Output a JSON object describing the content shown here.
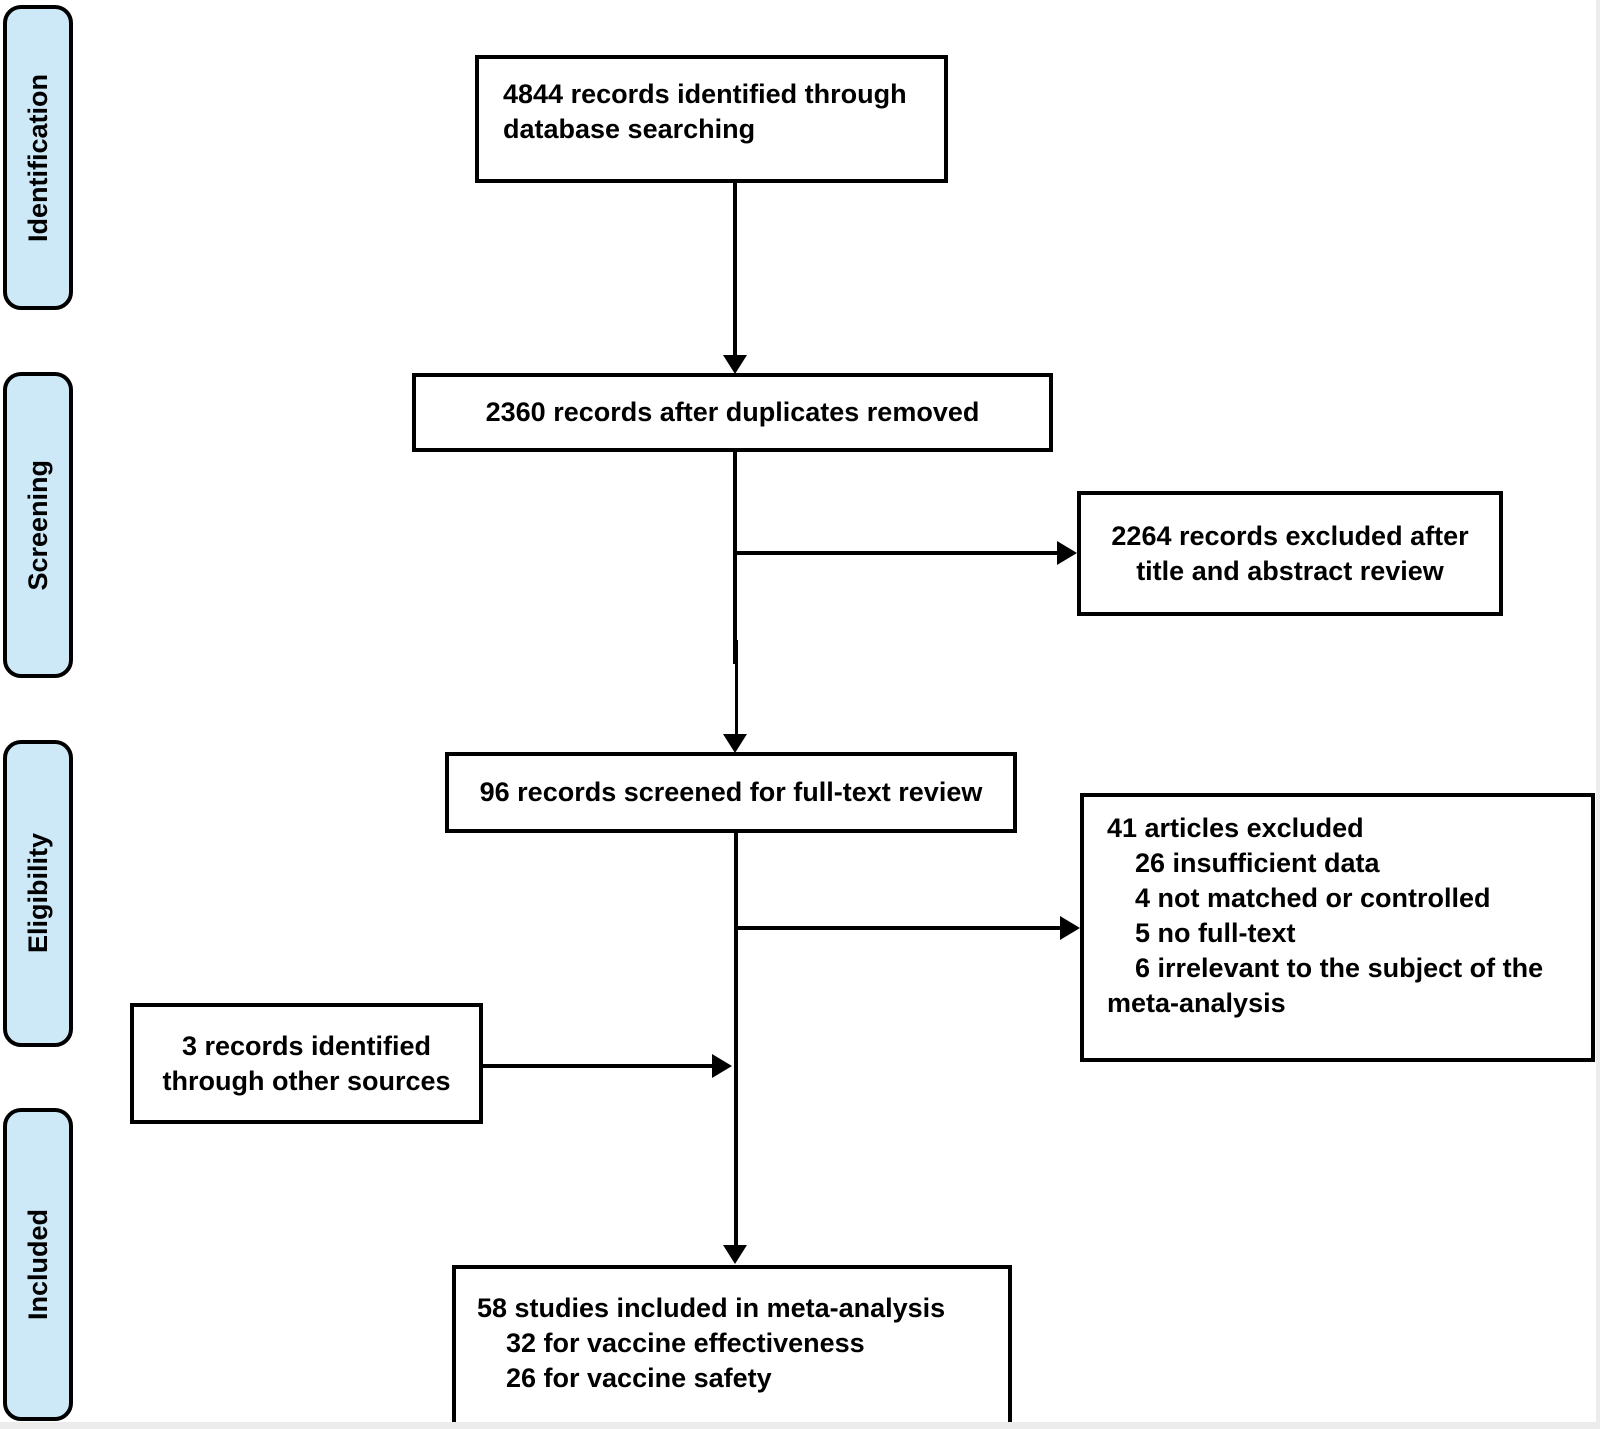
{
  "diagram": {
    "stages": {
      "identification": "Identification",
      "screening": "Screening",
      "eligibility": "Eligibility",
      "included": "Included"
    },
    "boxes": {
      "records_identified": {
        "text": "4844 records identified through database searching"
      },
      "after_duplicates": {
        "text": "2360 records after duplicates removed"
      },
      "title_abstract_excluded": {
        "text": "2264 records excluded after title and abstract review"
      },
      "full_text_screened": {
        "text": "96 records screened for full-text review"
      },
      "articles_excluded": {
        "title": "41 articles excluded",
        "items": [
          "26 insufficient data",
          "4 not matched or controlled",
          "5 no full-text",
          "6 irrelevant to the subject of the meta-analysis"
        ]
      },
      "other_sources": {
        "text": "3 records identified through other sources"
      },
      "studies_included": {
        "title": "58 studies included in meta-analysis",
        "items": [
          "32 for vaccine effectiveness",
          "26 for vaccine safety"
        ]
      }
    },
    "colors": {
      "stage_fill": "#cde9f8",
      "box_border": "#000000",
      "background": "#ffffff"
    }
  }
}
